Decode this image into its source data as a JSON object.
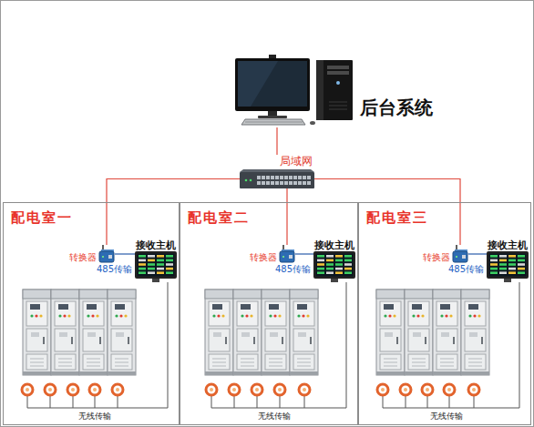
{
  "diagram": {
    "nodes": [
      {
        "text": [
          "后台系统"
        ]
      },
      {
        "text": [
          "局域网"
        ]
      },
      {
        "text": [
          "配电室一"
        ]
      },
      {
        "text": [
          "转换器"
        ],
        "in": 2
      },
      {
        "text": [
          "接收主机"
        ],
        "in": 2
      },
      {
        "text": [
          "配电室二"
        ]
      },
      {
        "text": [
          "转换器"
        ],
        "in": 5
      },
      {
        "text": [
          "接收主机"
        ],
        "in": 5
      },
      {
        "text": [
          "配电室三"
        ]
      },
      {
        "text": [
          "转换器"
        ],
        "in": 8
      },
      {
        "text": [
          "接收主机"
        ],
        "in": 8
      }
    ],
    "edges": [
      {
        "from": 0,
        "to": 1,
        "arrow": "none"
      },
      {
        "from": 1,
        "to": 3,
        "arrow": "none"
      },
      {
        "from": 1,
        "to": 6,
        "arrow": "none"
      },
      {
        "from": 1,
        "to": 9,
        "arrow": "none"
      },
      {
        "from": 3,
        "to": 4,
        "label": "485传输",
        "arrow": "none"
      },
      {
        "from": 6,
        "to": 7,
        "label": "485传输",
        "arrow": "none"
      },
      {
        "from": 9,
        "to": 10,
        "label": "485传输",
        "arrow": "none"
      }
    ],
    "labels": [
      "无线传输",
      "无线传输",
      "无线传输"
    ]
  }
}
